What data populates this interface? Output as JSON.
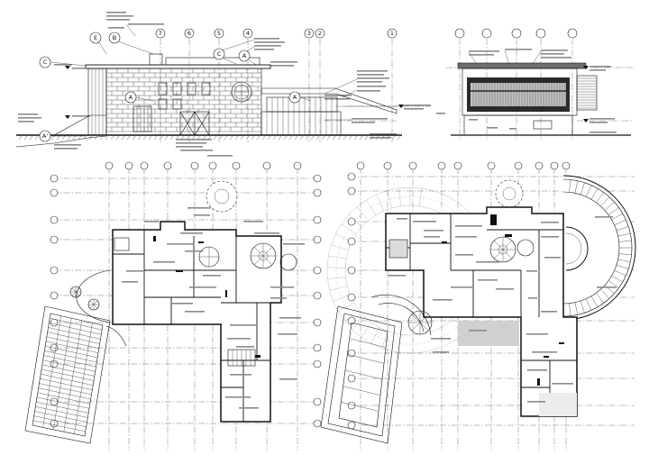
{
  "sheet": {
    "colors": {
      "line": "#111111",
      "grid": "#555555",
      "paving": "#bdbdbd",
      "highlight": "#d0d0d0",
      "glazing": "#2a2a2a"
    }
  },
  "front_elevation": {
    "axis_markers": [
      "7",
      "6",
      "5",
      "4",
      "3",
      "2",
      "1"
    ],
    "callouts": [
      "E",
      "B",
      "C",
      "C",
      "A",
      "A",
      "A",
      "A'"
    ]
  }
}
